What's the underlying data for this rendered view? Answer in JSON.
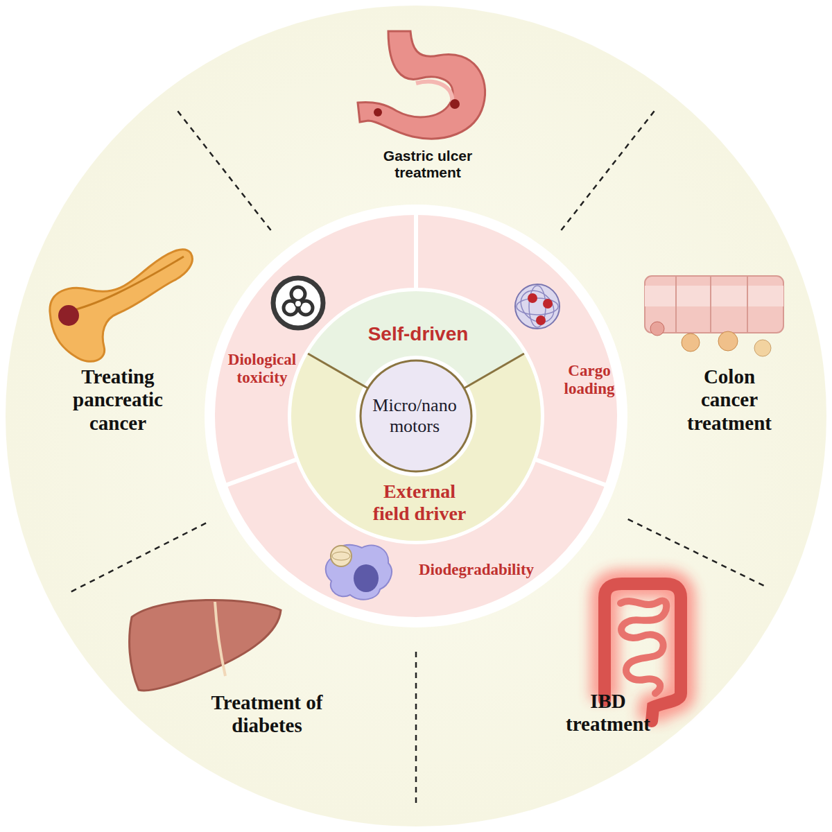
{
  "diagram": {
    "nodes": [
      {
        "text": [
          "Diological toxicity"
        ]
      },
      {
        "text": [
          "Cargo loading"
        ]
      },
      {
        "text": [
          "Self-driven"
        ]
      },
      {
        "text": [
          "Micro/nano motors"
        ]
      },
      {
        "text": [
          "External field driver"
        ]
      },
      {
        "text": [
          "Diodegradability"
        ]
      }
    ],
    "labels": [
      "Gastric ulcer treatment",
      "Treating pancreatic cancer",
      "Colon cancer treatment",
      "Treatment of diabetes",
      "IBD treatment"
    ]
  }
}
